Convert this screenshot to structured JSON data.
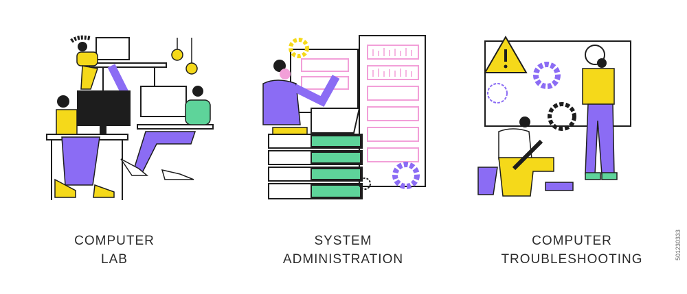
{
  "panels": [
    {
      "id": "lab",
      "title_line1": "COMPUTER",
      "title_line2": "LAB"
    },
    {
      "id": "sysadmin",
      "title_line1": "SYSTEM",
      "title_line2": "ADMINISTRATION"
    },
    {
      "id": "troubleshoot",
      "title_line1": "COMPUTER",
      "title_line2": "TROUBLESHOOTING"
    }
  ],
  "stock_id": "501230333",
  "colors": {
    "purple": "#8b6cf4",
    "yellow": "#f5d91a",
    "green": "#5ed49a",
    "pink": "#f29fd8",
    "dark": "#1d1d1d"
  },
  "icons": [
    "monitor-icon",
    "lamp-icon",
    "gear-icon",
    "server-rack-icon",
    "laptop-icon",
    "warning-icon",
    "magnifier-icon",
    "wrench-icon"
  ]
}
